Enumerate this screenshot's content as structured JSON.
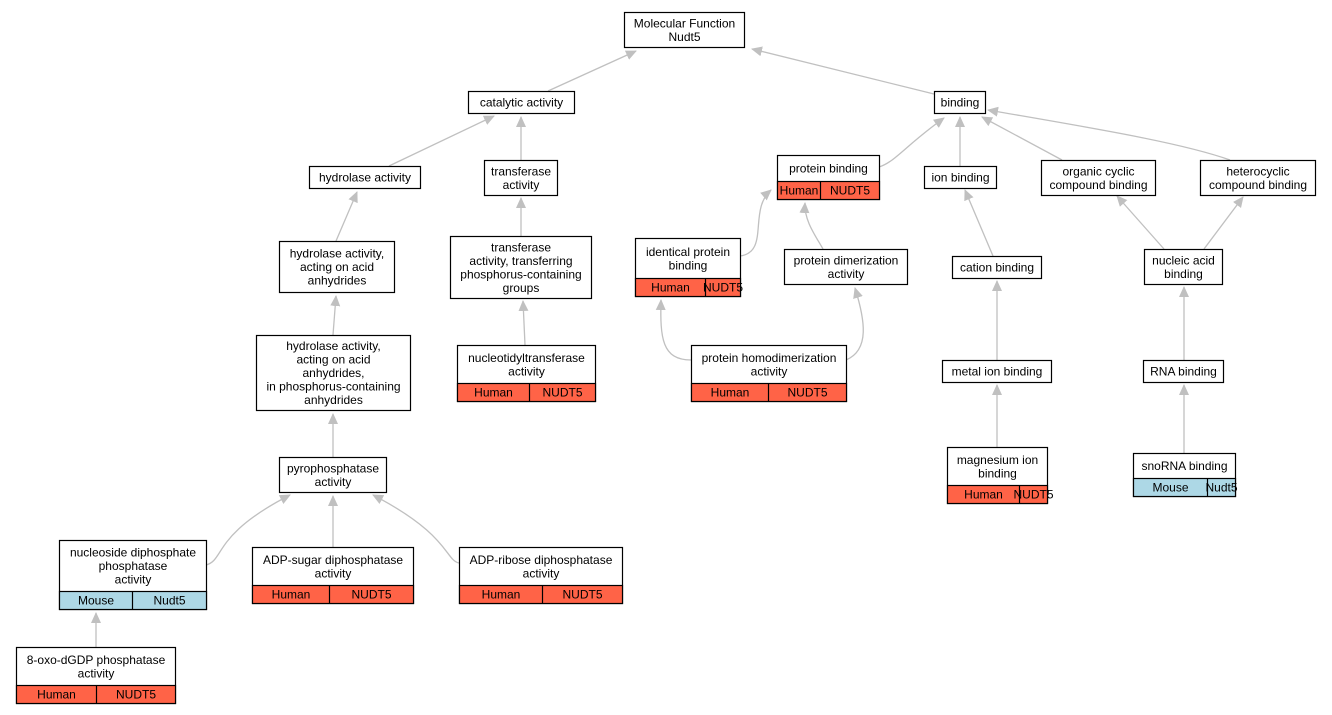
{
  "title": {
    "line1": "Molecular Function",
    "line2": "Nudt5"
  },
  "colors": {
    "human": "#FF6347",
    "mouse": "#ADD8E6",
    "edge": "#C0C0C0",
    "box_border": "#000000"
  },
  "nodes": [
    {
      "id": "root",
      "lines": [
        "Molecular Function",
        "Nudt5"
      ]
    },
    {
      "id": "catalytic",
      "lines": [
        "catalytic activity"
      ]
    },
    {
      "id": "binding",
      "lines": [
        "binding"
      ]
    },
    {
      "id": "hydrolase",
      "lines": [
        "hydrolase activity"
      ]
    },
    {
      "id": "transferase",
      "lines": [
        "transferase",
        "activity"
      ]
    },
    {
      "id": "protein_binding",
      "lines": [
        "protein binding"
      ],
      "species": "Human",
      "gene": "NUDT5"
    },
    {
      "id": "ion_binding",
      "lines": [
        "ion binding"
      ]
    },
    {
      "id": "organic_cyclic",
      "lines": [
        "organic cyclic",
        "compound binding"
      ]
    },
    {
      "id": "heterocyclic",
      "lines": [
        "heterocyclic",
        "compound binding"
      ]
    },
    {
      "id": "hydrolase_acid",
      "lines": [
        "hydrolase activity,",
        "acting on acid",
        "anhydrides"
      ]
    },
    {
      "id": "transferase_phos",
      "lines": [
        "transferase",
        "activity, transferring",
        "phosphorus-containing",
        "groups"
      ]
    },
    {
      "id": "identical_protein",
      "lines": [
        "identical protein",
        "binding"
      ],
      "species": "Human",
      "gene": "NUDT5"
    },
    {
      "id": "protein_dimer",
      "lines": [
        "protein dimerization",
        "activity"
      ]
    },
    {
      "id": "cation_binding",
      "lines": [
        "cation binding"
      ]
    },
    {
      "id": "nucleic_acid",
      "lines": [
        "nucleic acid",
        "binding"
      ]
    },
    {
      "id": "hydrolase_phos",
      "lines": [
        "hydrolase activity,",
        "acting on acid",
        "anhydrides,",
        "in phosphorus-containing",
        "anhydrides"
      ]
    },
    {
      "id": "nucleotidyl",
      "lines": [
        "nucleotidyltransferase",
        "activity"
      ],
      "species": "Human",
      "gene": "NUDT5"
    },
    {
      "id": "protein_homodimer",
      "lines": [
        "protein homodimerization",
        "activity"
      ],
      "species": "Human",
      "gene": "NUDT5"
    },
    {
      "id": "metal_ion",
      "lines": [
        "metal ion binding"
      ]
    },
    {
      "id": "rna_binding",
      "lines": [
        "RNA binding"
      ]
    },
    {
      "id": "pyrophosphatase",
      "lines": [
        "pyrophosphatase",
        "activity"
      ]
    },
    {
      "id": "magnesium",
      "lines": [
        "magnesium ion",
        "binding"
      ],
      "species": "Human",
      "gene": "NUDT5"
    },
    {
      "id": "snorna",
      "lines": [
        "snoRNA binding"
      ],
      "species": "Mouse",
      "gene": "Nudt5"
    },
    {
      "id": "nucleoside_diphos",
      "lines": [
        "nucleoside diphosphate",
        "phosphatase",
        "activity"
      ],
      "species": "Mouse",
      "gene": "Nudt5"
    },
    {
      "id": "adp_sugar",
      "lines": [
        "ADP-sugar diphosphatase",
        "activity"
      ],
      "species": "Human",
      "gene": "NUDT5"
    },
    {
      "id": "adp_ribose",
      "lines": [
        "ADP-ribose diphosphatase",
        "activity"
      ],
      "species": "Human",
      "gene": "NUDT5"
    },
    {
      "id": "oxo_dgdp",
      "lines": [
        "8-oxo-dGDP phosphatase",
        "activity"
      ],
      "species": "Human",
      "gene": "NUDT5"
    }
  ],
  "edges": [
    {
      "from": "catalytic",
      "to": "root"
    },
    {
      "from": "binding",
      "to": "root"
    },
    {
      "from": "hydrolase",
      "to": "catalytic"
    },
    {
      "from": "transferase",
      "to": "catalytic"
    },
    {
      "from": "protein_binding",
      "to": "binding"
    },
    {
      "from": "ion_binding",
      "to": "binding"
    },
    {
      "from": "organic_cyclic",
      "to": "binding"
    },
    {
      "from": "heterocyclic",
      "to": "binding"
    },
    {
      "from": "hydrolase_acid",
      "to": "hydrolase"
    },
    {
      "from": "transferase_phos",
      "to": "transferase"
    },
    {
      "from": "identical_protein",
      "to": "protein_binding"
    },
    {
      "from": "protein_dimer",
      "to": "protein_binding"
    },
    {
      "from": "cation_binding",
      "to": "ion_binding"
    },
    {
      "from": "nucleic_acid",
      "to": "organic_cyclic"
    },
    {
      "from": "nucleic_acid",
      "to": "heterocyclic"
    },
    {
      "from": "hydrolase_phos",
      "to": "hydrolase_acid"
    },
    {
      "from": "nucleotidyl",
      "to": "transferase_phos"
    },
    {
      "from": "protein_homodimer",
      "to": "identical_protein"
    },
    {
      "from": "protein_homodimer",
      "to": "protein_dimer"
    },
    {
      "from": "metal_ion",
      "to": "cation_binding"
    },
    {
      "from": "rna_binding",
      "to": "nucleic_acid"
    },
    {
      "from": "pyrophosphatase",
      "to": "hydrolase_phos"
    },
    {
      "from": "magnesium",
      "to": "metal_ion"
    },
    {
      "from": "snorna",
      "to": "rna_binding"
    },
    {
      "from": "nucleoside_diphos",
      "to": "pyrophosphatase"
    },
    {
      "from": "adp_sugar",
      "to": "pyrophosphatase"
    },
    {
      "from": "adp_ribose",
      "to": "pyrophosphatase"
    },
    {
      "from": "oxo_dgdp",
      "to": "nucleoside_diphos"
    }
  ]
}
